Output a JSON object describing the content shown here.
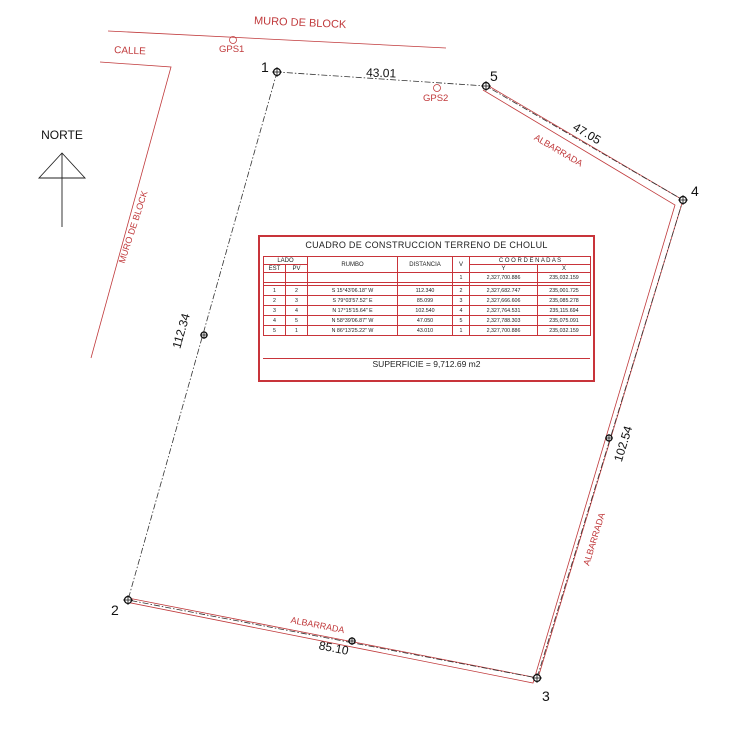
{
  "labels": {
    "north": "NORTE",
    "wall_top": "MURO DE BLOCK",
    "wall_left": "MURO DE BLOCK",
    "street": "CALLE",
    "gps1": "GPS1",
    "gps2": "GPS2",
    "albarrada_ne": "ALBARRADA",
    "albarrada_e": "ALBARRADA",
    "albarrada_s": "ALBARRADA"
  },
  "vertices": {
    "v1": "1",
    "v2": "2",
    "v3": "3",
    "v4": "4",
    "v5": "5"
  },
  "distances": {
    "d12": "112.34",
    "d23": "85.10",
    "d34": "102.54",
    "d45": "47.05",
    "d51": "43.01"
  },
  "table": {
    "title": "CUADRO DE CONSTRUCCION TERRENO DE CHOLUL",
    "headers": {
      "lado": "LADO",
      "est": "EST",
      "pv": "PV",
      "rumbo": "RUMBO",
      "distancia": "DISTANCIA",
      "v": "V",
      "coordenadas": "C O O R D E N A D A S",
      "y": "Y",
      "x": "X"
    },
    "first_row": {
      "v": "1",
      "y": "2,327,700.886",
      "x": "235,032.159"
    },
    "rows": [
      {
        "est": "1",
        "pv": "2",
        "rumbo": "S 15°43'06.18\" W",
        "distancia": "112.340",
        "v": "2",
        "y": "2,327,682.747",
        "x": "235,001.725"
      },
      {
        "est": "2",
        "pv": "3",
        "rumbo": "S 79°03'57.52\" E",
        "distancia": "85.099",
        "v": "3",
        "y": "2,327,666.606",
        "x": "235,085.278"
      },
      {
        "est": "3",
        "pv": "4",
        "rumbo": "N 17°15'15.64\" E",
        "distancia": "102.540",
        "v": "4",
        "y": "2,327,764.531",
        "x": "235,115.694"
      },
      {
        "est": "4",
        "pv": "5",
        "rumbo": "N 58°39'06.87\" W",
        "distancia": "47.050",
        "v": "5",
        "y": "2,327,788.303",
        "x": "235,075.091"
      },
      {
        "est": "5",
        "pv": "1",
        "rumbo": "N 86°13'25.22\" W",
        "distancia": "43.010",
        "v": "1",
        "y": "2,327,700.886",
        "x": "235,032.159"
      }
    ],
    "superficie": "SUPERFICIE = 9,712.69 m2"
  }
}
